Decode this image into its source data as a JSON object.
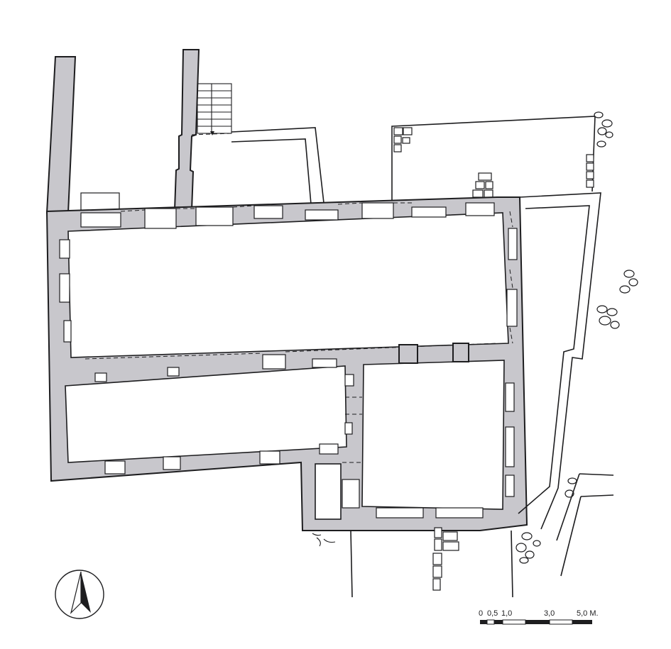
{
  "scale_bar": {
    "ticks": [
      "0",
      "0,5",
      "1,0",
      "3,0",
      "5,0 M."
    ]
  },
  "north_arrow": {
    "icon": "north-arrow-icon"
  },
  "colors": {
    "wall_fill": "#c8c7cc",
    "line": "#1d1d1f",
    "background": "#ffffff"
  }
}
